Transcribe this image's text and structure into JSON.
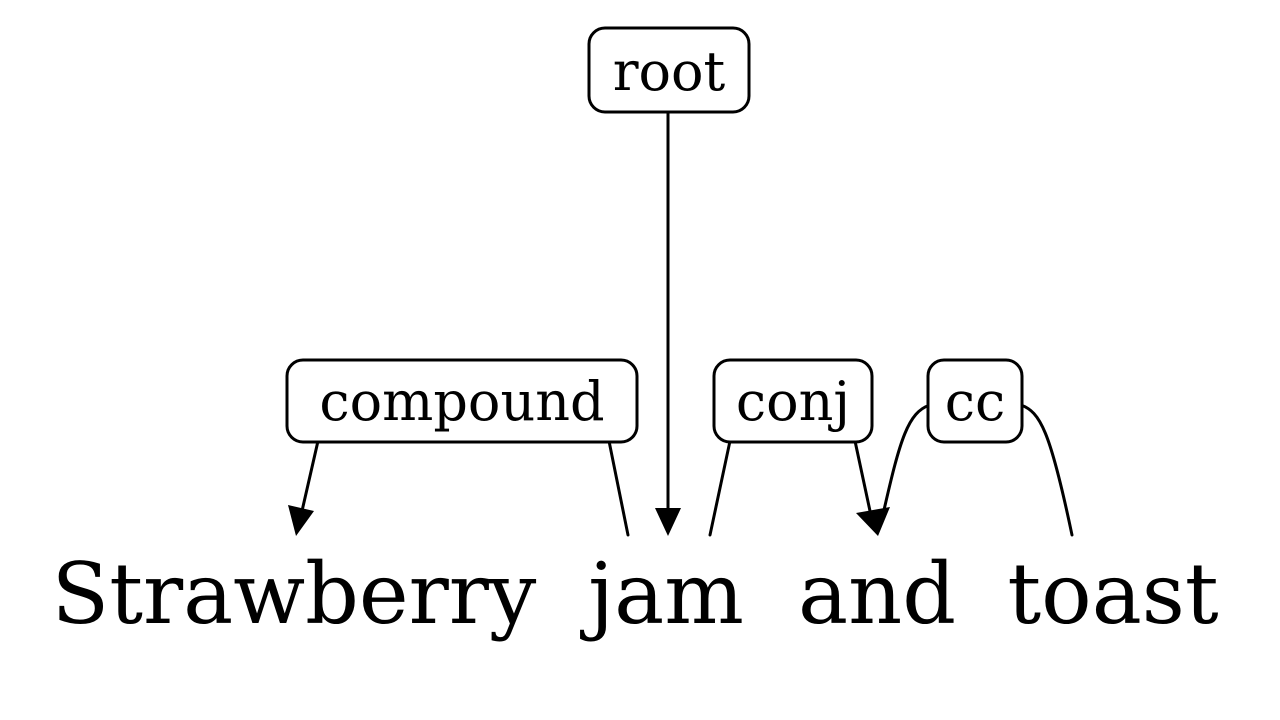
{
  "sentence": {
    "words": [
      "Strawberry",
      "jam",
      "and",
      "toast"
    ]
  },
  "relations": {
    "root": "root",
    "compound": "compound",
    "conj": "conj",
    "cc": "cc"
  },
  "colors": {
    "background": "#ffffff",
    "ink": "#000000"
  }
}
